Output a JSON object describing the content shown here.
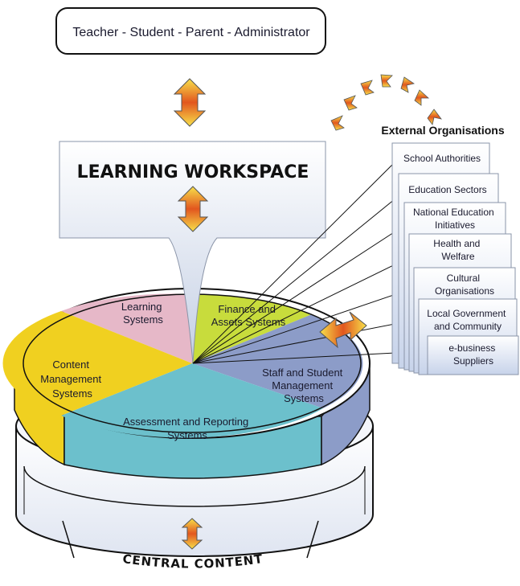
{
  "top_box": {
    "label": "Teacher - Student - Parent - Administrator"
  },
  "workspace": {
    "title": "LEARNING WORKSPACE"
  },
  "external": {
    "title": "External Organisations",
    "items": [
      [
        "School Authorities"
      ],
      [
        "Education Sectors"
      ],
      [
        "National Education",
        "Initiatives"
      ],
      [
        "Health and",
        "Welfare"
      ],
      [
        "Cultural",
        "Organisations"
      ],
      [
        "Local Government",
        "and Community"
      ],
      [
        "e-business",
        "Suppliers"
      ]
    ]
  },
  "pie": {
    "segments": [
      {
        "label": [
          "Learning",
          "Systems"
        ],
        "color": "#e6b8c8"
      },
      {
        "label": [
          "Finance and",
          "Assets Systems"
        ],
        "color": "#c8dc3c"
      },
      {
        "label": [
          "Staff and Student",
          "Management",
          "Systems"
        ],
        "color": "#8c9cc8"
      },
      {
        "label": [
          "Assessment and Reporting",
          "Systems"
        ],
        "color": "#6cc0cc"
      },
      {
        "label": [
          "Content",
          "Management",
          "Systems"
        ],
        "color": "#f0d020"
      }
    ]
  },
  "base": {
    "title": "CENTRAL CONTENT"
  }
}
